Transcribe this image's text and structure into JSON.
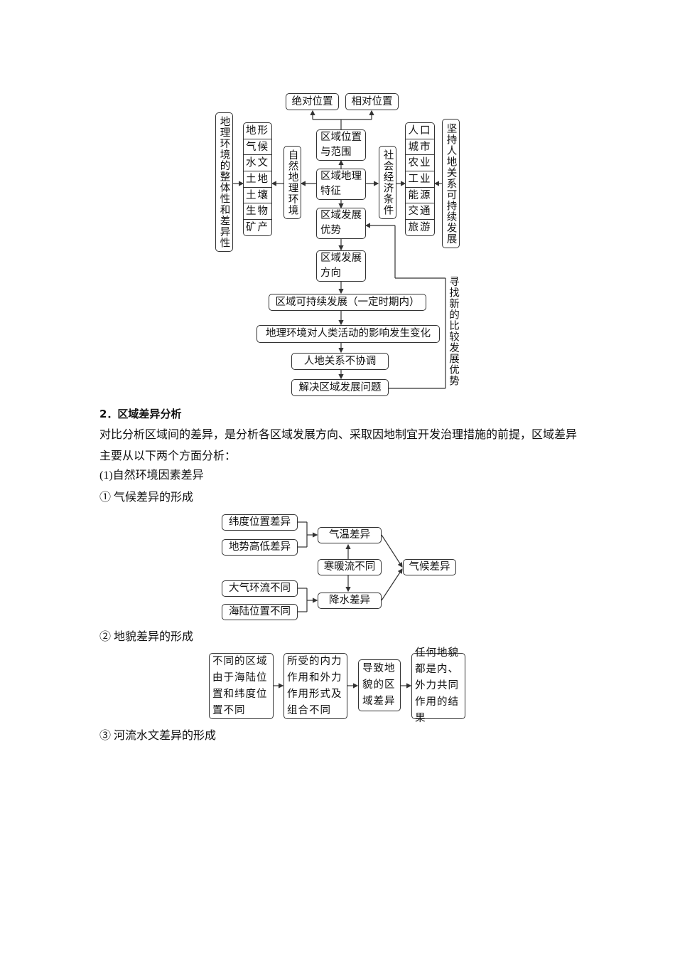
{
  "diagram1": {
    "top_boxes": [
      "绝对位置",
      "相对位置"
    ],
    "center": {
      "location": "区域位置与范围",
      "features": "区域地理特征",
      "advantage": "区域发展优势",
      "direction": "区域发展方向",
      "sustainable": "区域可持续发展（一定时期内）",
      "env_change": "地理环境对人类活动的影响发生变化",
      "imbalance": "人地关系不协调",
      "solve": "解决区域发展问题"
    },
    "left_outer": "地理环境的整体性和差异性",
    "left_list": [
      "地形",
      "气候",
      "水文",
      "土地",
      "土壤",
      "生物",
      "矿产"
    ],
    "natural_env": "自然地理环境",
    "socio_econ": "社会经济条件",
    "right_list": [
      "人口",
      "城市",
      "农业",
      "工业",
      "能源",
      "交通",
      "旅游"
    ],
    "right_outer": "坚持人地关系可持续发展",
    "feedback_label": "寻找新的比较发展优势"
  },
  "section": {
    "heading": "2．区域差异分析",
    "paragraph": "对比分析区域间的差异，是分析各区域发展方向、采取因地制宜开发治理措施的前提，区域差异主要从以下两个方面分析：",
    "sub1": "(1)自然环境因素差异",
    "item1": "① 气候差异的形成",
    "item2": "② 地貌差异的形成",
    "item3": "③ 河流水文差异的形成"
  },
  "diagram2": {
    "inputs": [
      "纬度位置差异",
      "地势高低差异",
      "大气环流不同",
      "海陆位置不同"
    ],
    "temp": "气温差异",
    "currents": "寒暖流不同",
    "precip": "降水差异",
    "result": "气候差异"
  },
  "diagram3": {
    "steps": [
      "不同的区域由于海陆位置和纬度位置不同",
      "所受的内力作用和外力作用形式及组合不同",
      "导致地貌的区域差异",
      "任何地貌都是内、外力共同作用的结果"
    ]
  }
}
